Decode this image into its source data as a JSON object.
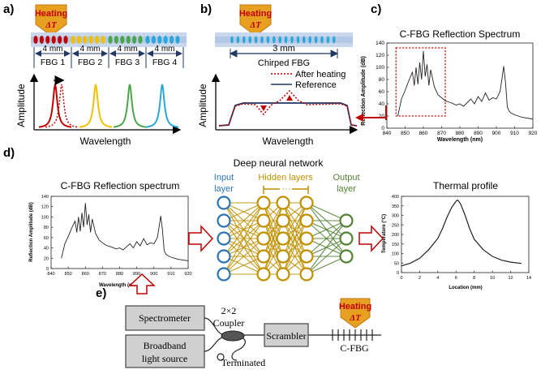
{
  "panel_labels": {
    "a": "a)",
    "b": "b)",
    "c": "c)",
    "d": "d)",
    "e": "e)"
  },
  "heating": {
    "label": "Heating",
    "symbol": "ΔT"
  },
  "panel_a": {
    "segment_length": "4 mm",
    "fbg_labels": [
      "FBG 1",
      "FBG 2",
      "FBG 3",
      "FBG 4"
    ],
    "grating_colors": [
      "#c00000",
      "#f0c000",
      "#4aa64a",
      "#2aa7d8"
    ],
    "y_label": "Amplitude",
    "x_label": "Wavelength"
  },
  "panel_b": {
    "length_label": "3 mm",
    "fiber_label": "Chirped FBG",
    "legend": [
      "After heating",
      "Reference"
    ],
    "y_label": "Amplitude",
    "x_label": "Wavelength"
  },
  "panel_c": {
    "title": "C-FBG Reflection Spectrum",
    "y_label": "Reflection Amplitude (dB)",
    "x_label": "Wavelength (nm)",
    "x_ticks": [
      "840",
      "850",
      "860",
      "870",
      "880",
      "890",
      "900",
      "910",
      "920"
    ],
    "y_ticks": [
      "0",
      "20",
      "40",
      "60",
      "80",
      "100",
      "120",
      "140"
    ]
  },
  "panel_d": {
    "title": "Deep neural network",
    "spectrum_title": "C-FBG Reflection spectrum",
    "input_layer": [
      "Input",
      "layer"
    ],
    "hidden_layers": "Hidden layers",
    "hidden_dots": "···",
    "output_layer": [
      "Output",
      "layer"
    ],
    "thermal_title": "Thermal profile",
    "thermal_y_label": "Temperature (°C)",
    "thermal_x_label": "Location (mm)",
    "thermal_x_ticks": [
      "0",
      "2",
      "4",
      "6",
      "8",
      "10",
      "12",
      "14"
    ],
    "thermal_y_ticks": [
      "0",
      "50",
      "100",
      "150",
      "200",
      "250",
      "300",
      "350",
      "400"
    ]
  },
  "panel_e": {
    "spectrometer": "Spectrometer",
    "source": [
      "Broadband",
      "light source"
    ],
    "coupler": [
      "2×2",
      "Coupler"
    ],
    "terminated": "Terminated",
    "scrambler": "Scrambler",
    "cfbg": "C-FBG"
  },
  "colors": {
    "fbg_red": "#c00000",
    "fbg_yellow": "#f0c000",
    "fbg_green": "#4aa64a",
    "fbg_blue": "#2aa7d8",
    "input_blue": "#2e75b6",
    "hidden_gold": "#bf9000",
    "output_green": "#548235",
    "arrow_red": "#c00000",
    "heating_orange": "#e8a020"
  },
  "chart_data": [
    {
      "type": "line",
      "title": "C-FBG Reflection Spectrum",
      "xlabel": "Wavelength (nm)",
      "ylabel": "Reflection Amplitude (dB)",
      "xlim": [
        840,
        920
      ],
      "ylim": [
        0,
        140
      ],
      "x": [
        846,
        848,
        850,
        852,
        854,
        855,
        856,
        857,
        858,
        859,
        860,
        861,
        862,
        863,
        864,
        866,
        868,
        870,
        872,
        875,
        878,
        880,
        882,
        884,
        886,
        888,
        890,
        892,
        894,
        896,
        898,
        900,
        902,
        903,
        904,
        905,
        906,
        907,
        908,
        910,
        912,
        914,
        916,
        918,
        920
      ],
      "y": [
        20,
        48,
        62,
        78,
        92,
        70,
        100,
        72,
        108,
        80,
        127,
        85,
        105,
        70,
        96,
        68,
        55,
        50,
        45,
        42,
        38,
        40,
        36,
        42,
        48,
        40,
        52,
        44,
        58,
        46,
        50,
        48,
        60,
        80,
        102,
        75,
        35,
        28,
        25,
        22,
        20,
        18,
        17,
        16,
        15
      ],
      "grid": false,
      "annotations": [
        "dotted red box around 845–872 nm region"
      ]
    },
    {
      "type": "line",
      "title": "Thermal profile",
      "xlabel": "Location (mm)",
      "ylabel": "Temperature (°C)",
      "xlim": [
        0,
        14
      ],
      "ylim": [
        0,
        400
      ],
      "x": [
        0,
        1,
        2,
        3,
        4,
        4.5,
        5,
        5.5,
        6,
        6.2,
        6.5,
        7,
        7.5,
        8,
        9,
        10,
        11,
        12,
        13.2
      ],
      "y": [
        35,
        50,
        75,
        120,
        180,
        230,
        290,
        340,
        375,
        380,
        360,
        300,
        230,
        175,
        120,
        85,
        65,
        55,
        48
      ],
      "grid": false
    }
  ]
}
